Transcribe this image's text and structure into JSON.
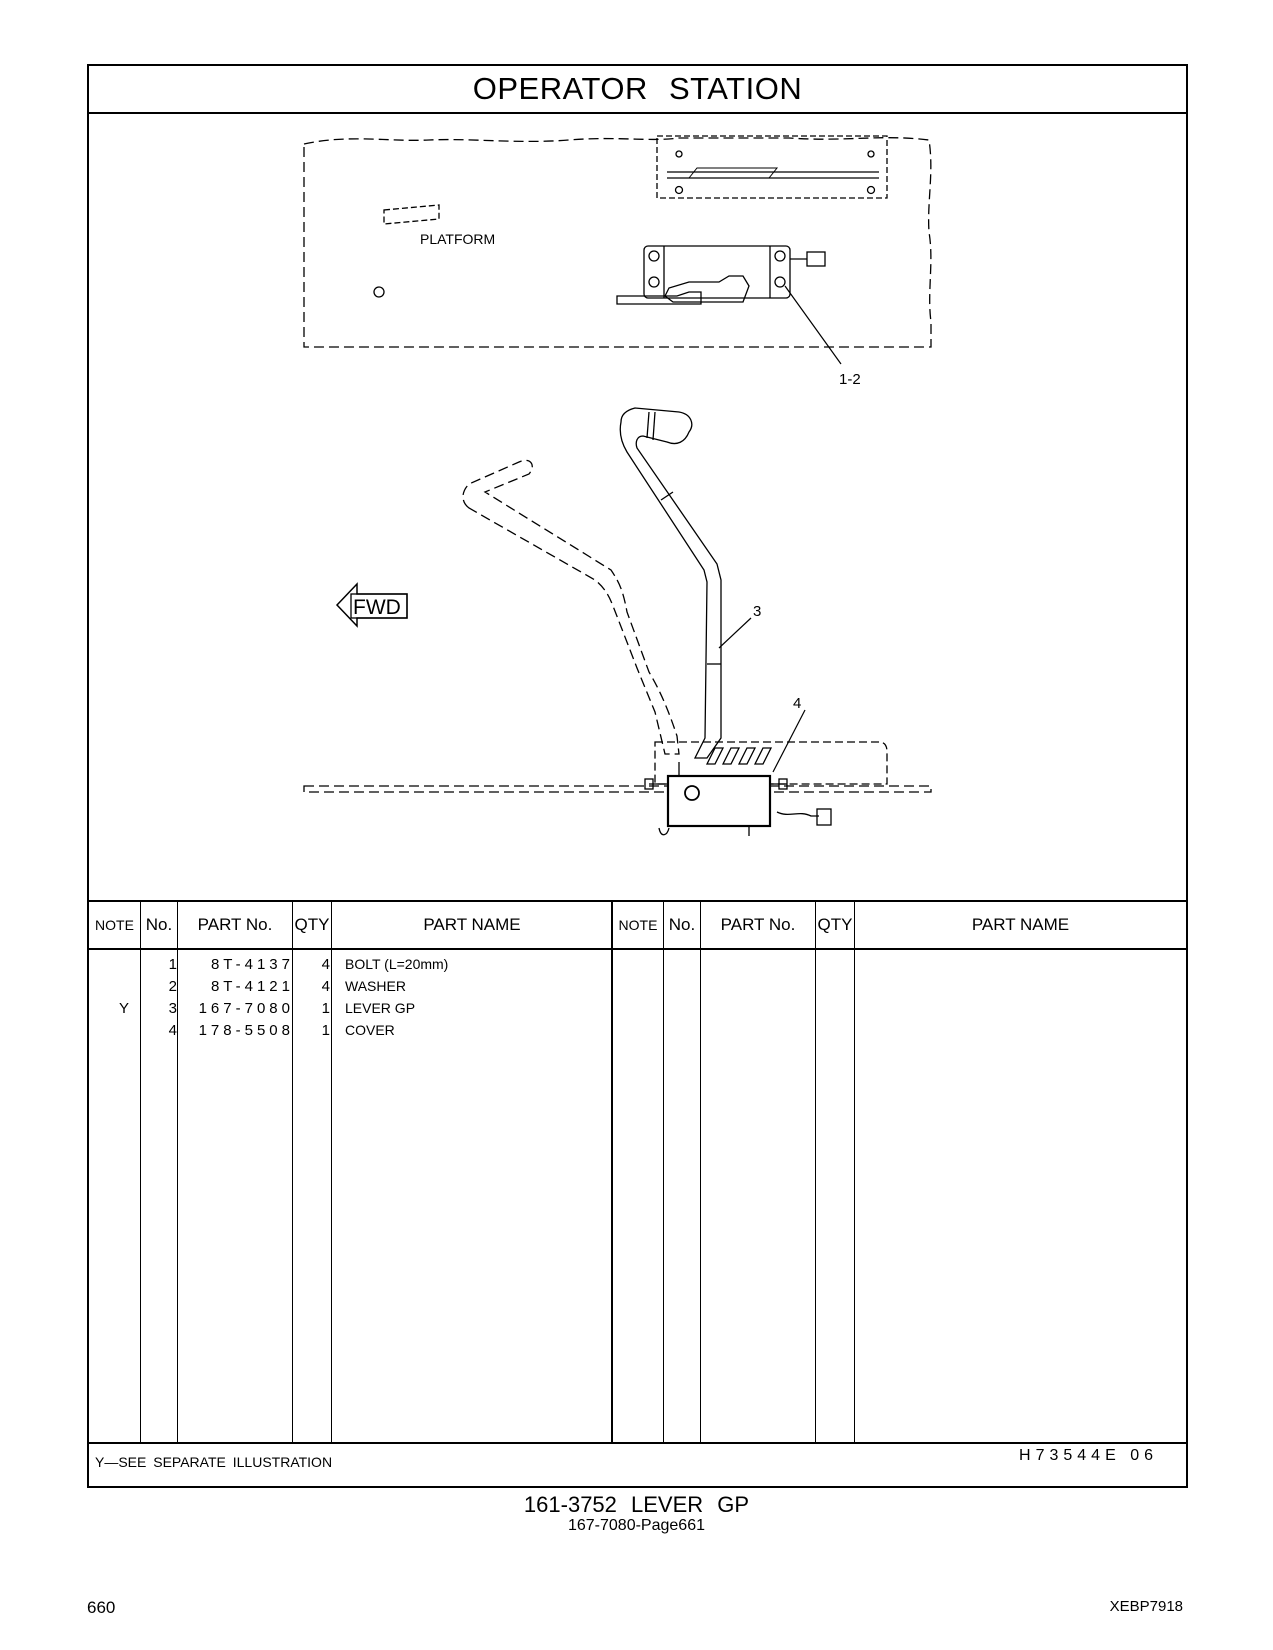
{
  "header": {
    "title": "OPERATOR   STATION"
  },
  "illustration": {
    "platform_label": "PLATFORM",
    "fwd_label": "FWD",
    "callouts": [
      "1-2",
      "3",
      "4"
    ]
  },
  "table": {
    "headers": {
      "note": "NOTE",
      "no": "No.",
      "part_no": "PART No.",
      "qty": "QTY",
      "part_name": "PART NAME"
    },
    "rows": [
      {
        "note": "",
        "no": "1",
        "part_no": "8T-4137",
        "qty": "4",
        "name": "BOLT (L=20mm)"
      },
      {
        "note": "",
        "no": "2",
        "part_no": "8T-4121",
        "qty": "4",
        "name": "WASHER"
      },
      {
        "note": "Y",
        "no": "3",
        "part_no": "167-7080",
        "qty": "1",
        "name": "LEVER  GP"
      },
      {
        "note": "",
        "no": "4",
        "part_no": "178-5508",
        "qty": "1",
        "name": "COVER"
      }
    ]
  },
  "footnote": "Y—SEE  SEPARATE  ILLUSTRATION",
  "drawing_code": "H73544E   06",
  "caption": {
    "title": "161-3752  LEVER  GP",
    "subtitle": "167-7080-Page661"
  },
  "page_number": "660",
  "doc_id": "XEBP7918"
}
